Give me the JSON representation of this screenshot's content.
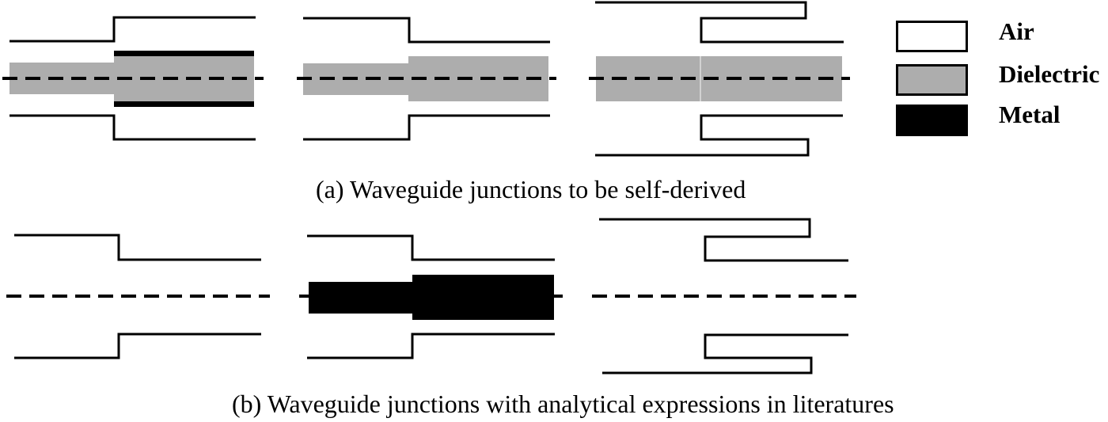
{
  "figure": {
    "colors": {
      "background": "#ffffff",
      "line": "#000000",
      "air": "#ffffff",
      "dielectric": "#adadad",
      "dielectric_seam": "#d2d2d2",
      "metal": "#000000"
    },
    "legend": {
      "items": [
        {
          "id": "air",
          "label": "Air"
        },
        {
          "id": "dielectric",
          "label": "Dielectric"
        },
        {
          "id": "metal",
          "label": "Metal"
        }
      ]
    },
    "captions": {
      "a": "(a) Waveguide junctions to be self-derived",
      "b": "(b) Waveguide junctions with analytical expressions in literatures"
    }
  }
}
